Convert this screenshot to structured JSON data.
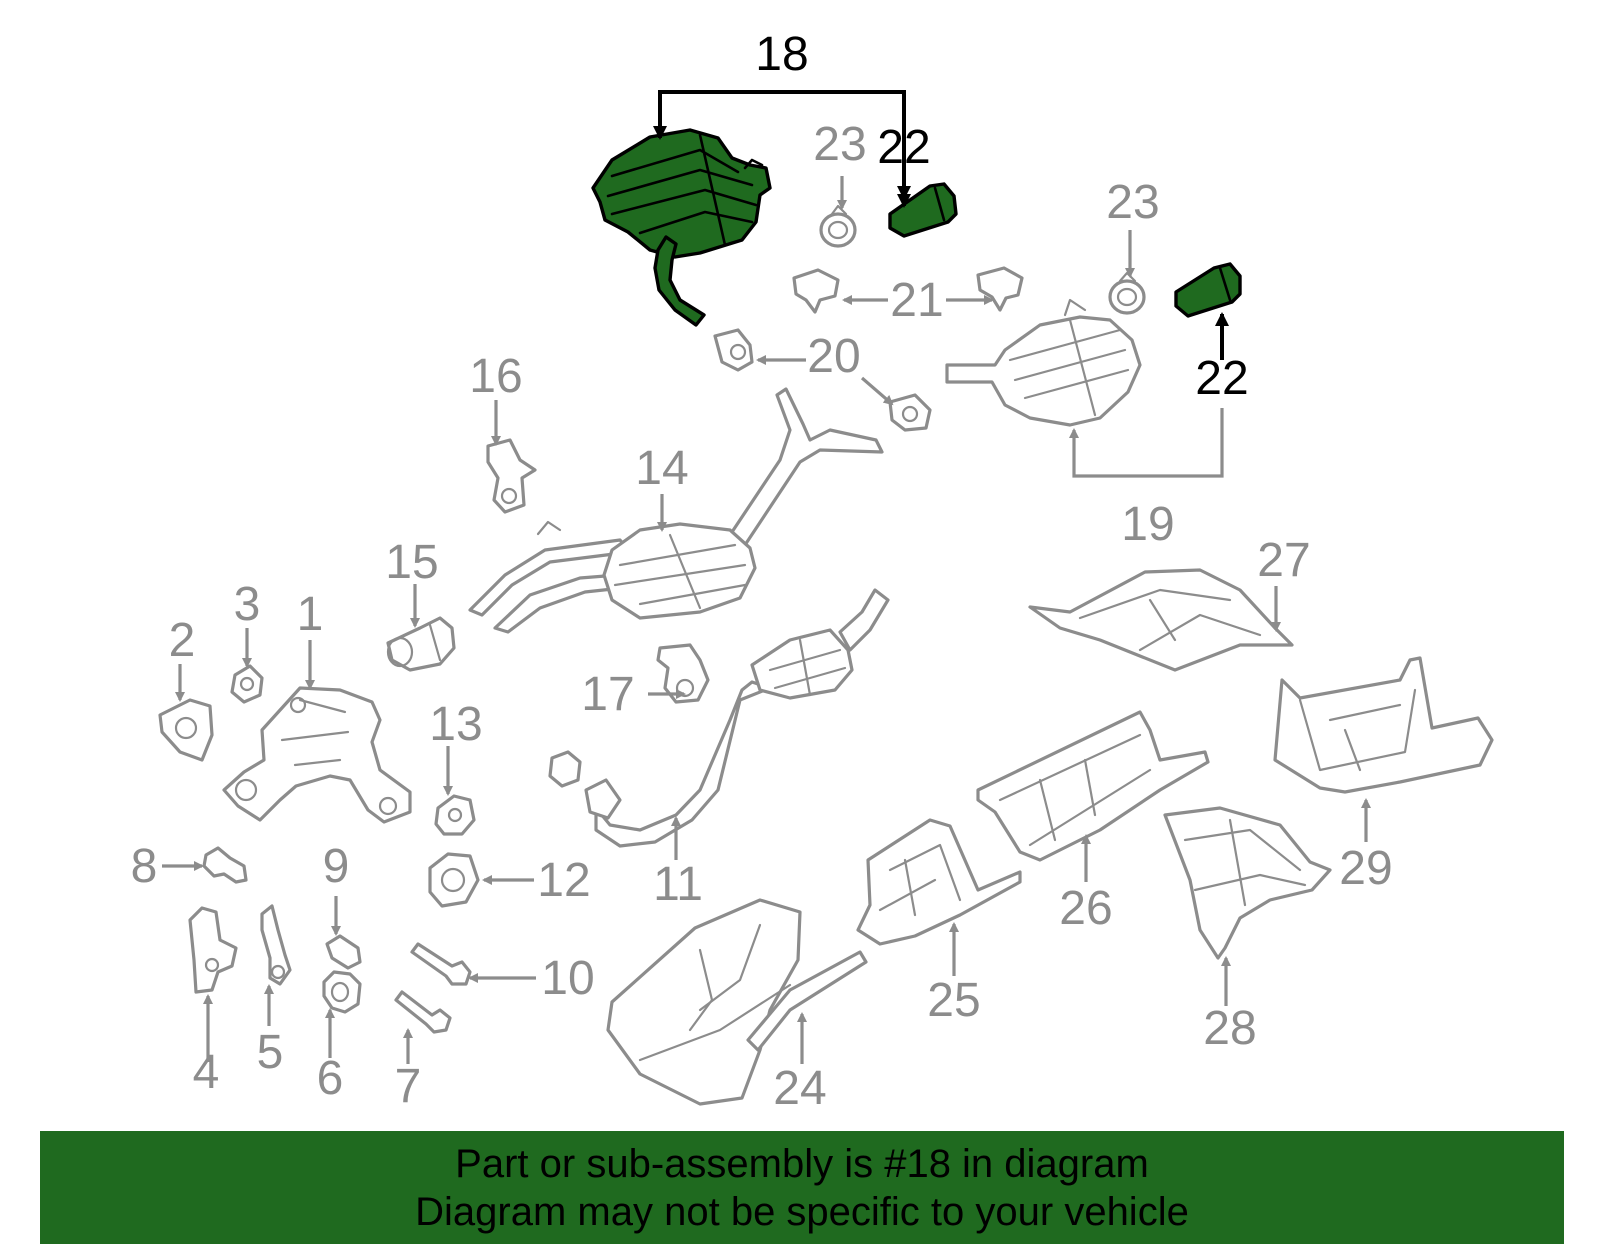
{
  "colors": {
    "highlight": "#1f6a1f",
    "banner": "#1f6a1f",
    "part_line": "#8c8c8c",
    "label_dark": "#000000"
  },
  "labels": {
    "n1": "1",
    "n2": "2",
    "n3": "3",
    "n4": "4",
    "n5": "5",
    "n6": "6",
    "n7": "7",
    "n8": "8",
    "n9": "9",
    "n10": "10",
    "n11": "11",
    "n12": "12",
    "n13": "13",
    "n14": "14",
    "n15": "15",
    "n16": "16",
    "n17": "17",
    "n18": "18",
    "n19": "19",
    "n20": "20",
    "n21": "21",
    "n22a": "22",
    "n22b": "22",
    "n23a": "23",
    "n23b": "23",
    "n24": "24",
    "n25": "25",
    "n26": "26",
    "n27": "27",
    "n28": "28",
    "n29": "29"
  },
  "banner": {
    "line1": "Part or sub-assembly is #18 in diagram",
    "line2": "Diagram may not be specific to your vehicle"
  }
}
